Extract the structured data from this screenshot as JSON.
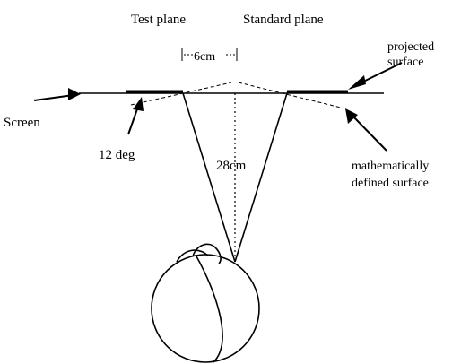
{
  "labels": {
    "test_plane": "Test plane",
    "standard_plane": "Standard plane",
    "width": "6cm",
    "projected_surface_line1": "projected",
    "projected_surface_line2": "surface",
    "screen": "Screen",
    "angle": "12 deg",
    "distance": "28cm",
    "math_surface_line1": "mathematically",
    "math_surface_line2": "defined surface"
  }
}
